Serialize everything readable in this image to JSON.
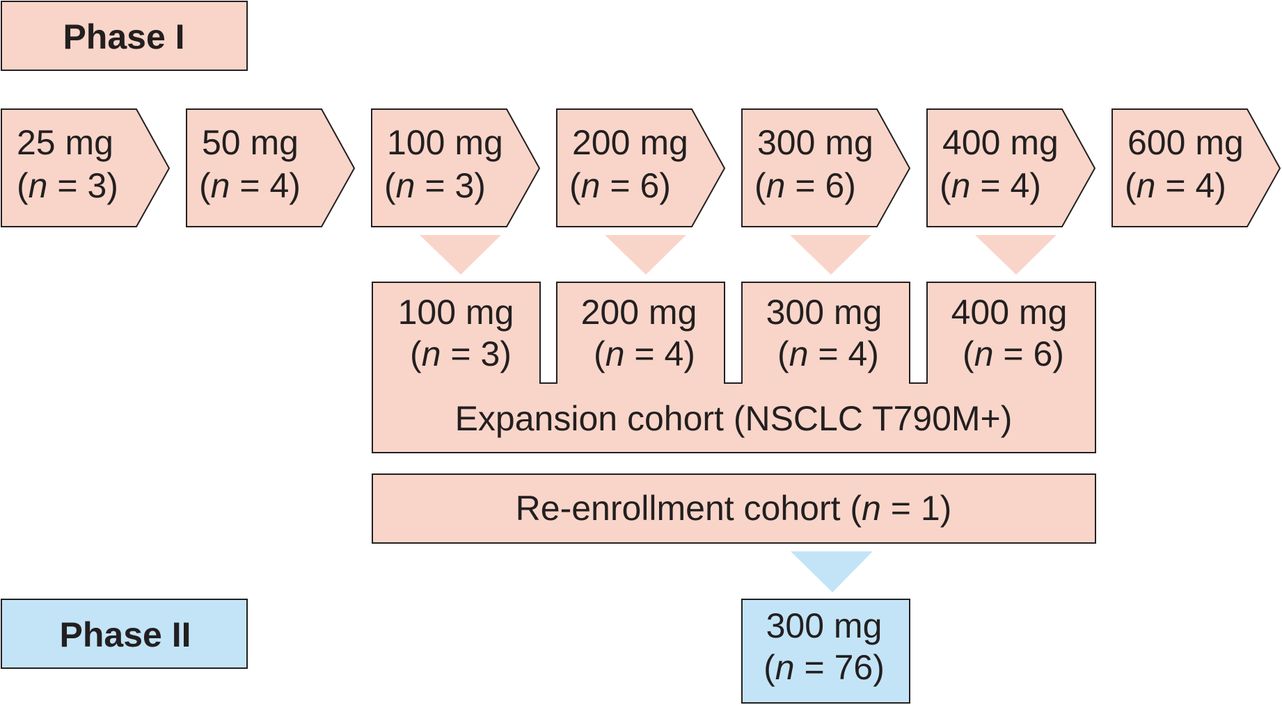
{
  "colors": {
    "phase1_fill": "#f9d5c9",
    "phase2_fill": "#c3e4f7",
    "stroke": "#231f20",
    "text": "#231f20"
  },
  "phase1": {
    "label": "Phase I"
  },
  "phase2": {
    "label": "Phase II"
  },
  "escalation": [
    {
      "dose": "25 mg",
      "n": "3"
    },
    {
      "dose": "50 mg",
      "n": "4"
    },
    {
      "dose": "100 mg",
      "n": "3"
    },
    {
      "dose": "200 mg",
      "n": "6"
    },
    {
      "dose": "300 mg",
      "n": "6"
    },
    {
      "dose": "400 mg",
      "n": "4"
    },
    {
      "dose": "600 mg",
      "n": "4"
    }
  ],
  "expansion": {
    "label": "Expansion cohort (NSCLC T790M+)",
    "doses": [
      {
        "dose": "100 mg",
        "n": "3"
      },
      {
        "dose": "200 mg",
        "n": "4"
      },
      {
        "dose": "300 mg",
        "n": "4"
      },
      {
        "dose": "400 mg",
        "n": "6"
      }
    ]
  },
  "reenrollment": {
    "label_before": "Re-enrollment cohort (",
    "n_label": "n",
    "n_eq": " = 1)"
  },
  "phase2_dose": {
    "dose": "300 mg",
    "n": "76"
  },
  "n_prefix": "(",
  "n_italic": "n",
  "n_eq": " = ",
  "n_suffix": ")"
}
